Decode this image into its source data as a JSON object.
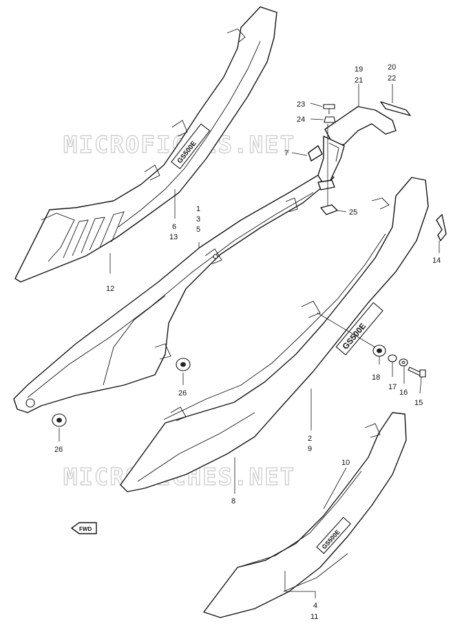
{
  "watermark": "MICROFICHES.NET",
  "fwd_label": "FWD",
  "logo_text": "GS500E",
  "callouts": {
    "c1": "1",
    "c2": "2",
    "c3": "3",
    "c4": "4",
    "c5": "5",
    "c6": "6",
    "c7": "7",
    "c8": "8",
    "c9": "9",
    "c10": "10",
    "c11": "11",
    "c12": "12",
    "c13": "13",
    "c14": "14",
    "c15": "15",
    "c16": "16",
    "c17": "17",
    "c18": "18",
    "c19": "19",
    "c20": "20",
    "c21": "21",
    "c22": "22",
    "c23": "23",
    "c24": "24",
    "c25": "25",
    "c26a": "26",
    "c26b": "26"
  }
}
